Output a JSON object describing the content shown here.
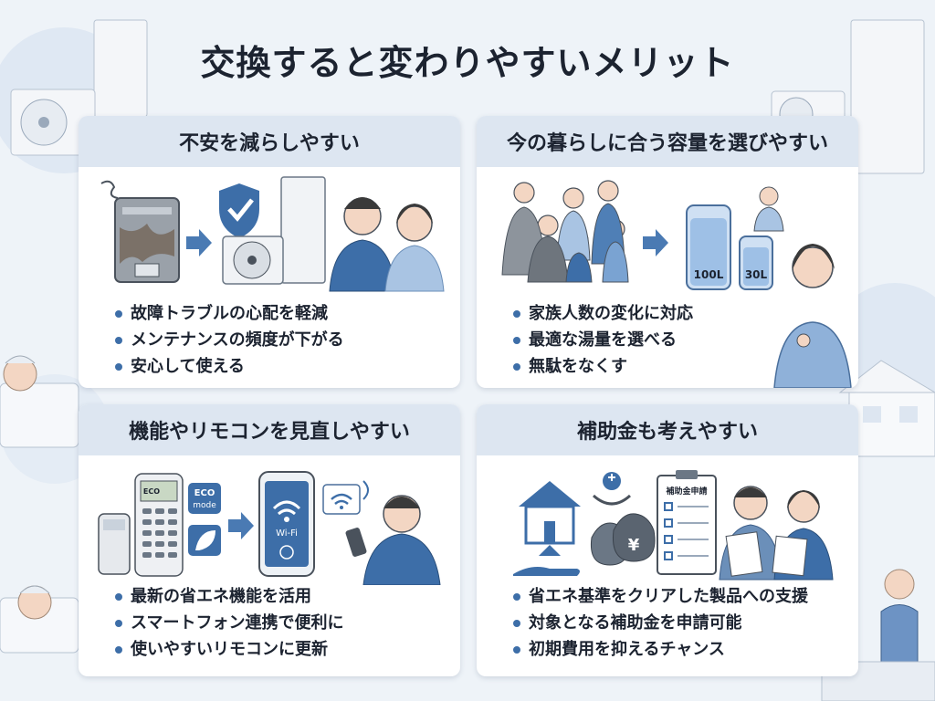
{
  "title": "交換すると変わりやすいメリット",
  "colors": {
    "background": "#eef3f8",
    "card_header": "#dde6f1",
    "accent_blue": "#3d6ea8",
    "text": "#1c2330"
  },
  "cards": [
    {
      "heading": "不安を減らしやすい",
      "items": [
        "故障トラブルの心配を軽減",
        "メンテナンスの頻度が下がる",
        "安心して使える"
      ],
      "icons": [
        "broken-water-heater-icon",
        "arrow-right-icon",
        "shield-check-icon",
        "heat-pump-icon",
        "couple-icon"
      ]
    },
    {
      "heading": "今の暮らしに合う容量を選びやすい",
      "items": [
        "家族人数の変化に対応",
        "最適な湯量を選べる",
        "無駄をなくす"
      ],
      "tank_labels": [
        "100L",
        "30L"
      ],
      "icons": [
        "family-icon",
        "arrow-right-icon",
        "tank-icon",
        "thinking-woman-icon"
      ]
    },
    {
      "heading": "機能やリモコンを見直しやすい",
      "items": [
        "最新の省エネ機能を活用",
        "スマートフォン連携で便利に",
        "使いやすいリモコンに更新"
      ],
      "remote_screen": "ECO",
      "eco_badge": [
        "ECO",
        "mode"
      ],
      "phone_label": "Wi-Fi",
      "icons": [
        "remote-control-icon",
        "eco-mode-icon",
        "leaf-icon",
        "smartphone-wifi-icon",
        "wifi-icon",
        "man-with-phone-icon"
      ]
    },
    {
      "heading": "補助金も考えやすい",
      "items": [
        "省エネ基準をクリアした製品への支援",
        "対象となる補助金を申請可能",
        "初期費用を抑えるチャンス"
      ],
      "form_title": "補助金申請",
      "money_symbol": "¥",
      "icons": [
        "house-hand-icon",
        "person-hands-icon",
        "money-bag-icon",
        "checklist-icon",
        "couple-reading-icon"
      ]
    }
  ]
}
